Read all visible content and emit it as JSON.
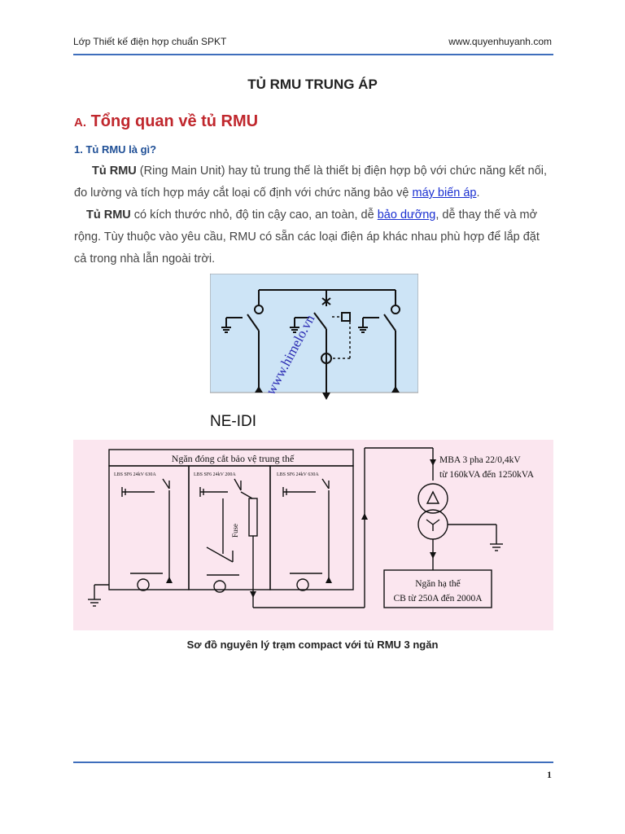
{
  "header": {
    "left": "Lớp Thiết kế điện hợp chuẩn SPKT",
    "right": "www.quyenhuyanh.com"
  },
  "title": "TỦ RMU TRUNG ÁP",
  "section_a": {
    "letter": "A.",
    "text": "Tổng quan về tủ RMU"
  },
  "subsection_1": "1. Tủ RMU là gì?",
  "para1": {
    "bold": "Tủ RMU",
    "text": " (Ring Main Unit) hay tủ trung thế là thiết bị điện hợp bộ với chức năng kết nối, đo lường và tích hợp máy cắt loại cố định với chức năng bảo vệ ",
    "link": "máy biến áp",
    "end": "."
  },
  "para2": {
    "bold": "Tủ RMU",
    "text1": " có kích thước nhỏ, độ tin cậy cao, an toàn, dễ ",
    "link": "bảo dưỡng",
    "text2": ", dễ thay thế và mở rộng. Tùy thuộc vào yêu cầu, RMU có sẵn các loại điện áp khác nhau phù hợp để lắp đặt cả trong nhà lẫn ngoài trời."
  },
  "diagram1": {
    "watermark": "www.himelo.vn",
    "label": "NE-IDI",
    "bg_color": "#cde4f6"
  },
  "diagram2": {
    "panel_title": "Ngăn đóng cắt bảo vệ trung thế",
    "cubicle1": "LBS SF6 24kV 630A",
    "cubicle2": "LBS SF6 24kV 200A",
    "cubicle3": "LBS SF6 24kV 630A",
    "fuse": "Fuse",
    "transformer_line1": "MBA 3 pha 22/0,4kV",
    "transformer_line2": "từ 160kVA đến 1250kVA",
    "lv_line1": "Ngăn hạ thế",
    "lv_line2": "CB từ 250A đến 2000A",
    "bg_color": "#fbe6ef"
  },
  "caption": "Sơ đồ nguyên lý trạm compact với tủ RMU 3 ngăn",
  "page_number": "1"
}
